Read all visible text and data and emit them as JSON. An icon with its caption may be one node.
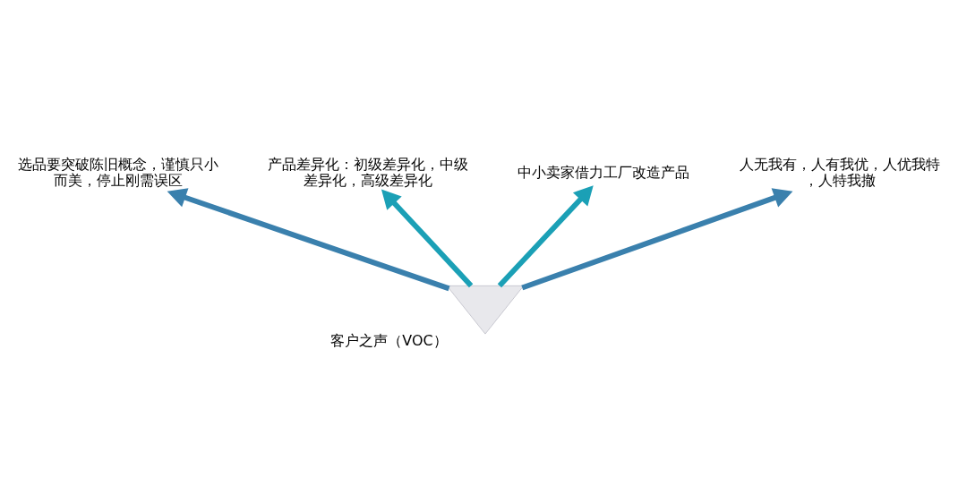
{
  "diagram": {
    "nodes": [
      {
        "text": [
          "客户之声（VOC）"
        ]
      },
      {
        "text": [
          "选品要突破陈旧概念，谨慎只小而美，停止刚需误区"
        ]
      },
      {
        "text": [
          "产品差异化：初级差异化，中级差异化，高级差异化"
        ]
      },
      {
        "text": [
          "中小卖家借力工厂改造产品"
        ]
      },
      {
        "text": [
          "人无我有，人有我优，人优我特，人特我撤"
        ]
      }
    ],
    "edges": [
      {
        "from": 0,
        "to": 1,
        "arrow": "to",
        "color": "#3a80ad"
      },
      {
        "from": 0,
        "to": 2,
        "arrow": "to",
        "color": "#1ba0b6"
      },
      {
        "from": 0,
        "to": 3,
        "arrow": "to",
        "color": "#1ba0b6"
      },
      {
        "from": 0,
        "to": 4,
        "arrow": "to",
        "color": "#3a80ad"
      }
    ]
  }
}
